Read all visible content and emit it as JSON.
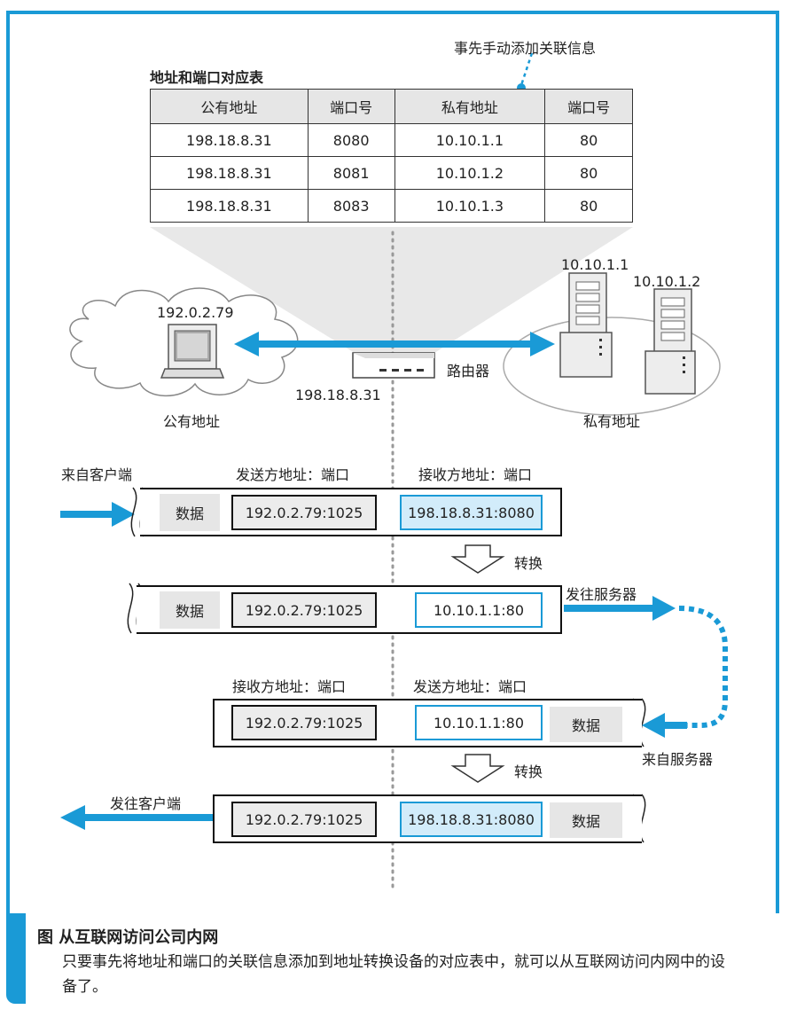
{
  "callout": "事先手动添加关联信息",
  "table": {
    "title": "地址和端口对应表",
    "headers": [
      "公有地址",
      "端口号",
      "私有地址",
      "端口号"
    ],
    "rows": [
      [
        "198.18.8.31",
        "8080",
        "10.10.1.1",
        "80"
      ],
      [
        "198.18.8.31",
        "8081",
        "10.10.1.2",
        "80"
      ],
      [
        "198.18.8.31",
        "8083",
        "10.10.1.3",
        "80"
      ]
    ]
  },
  "network": {
    "client_ip": "192.0.2.79",
    "public_label": "公有地址",
    "router_ip": "198.18.8.31",
    "router_label": "路由器",
    "server1_ip": "10.10.1.1",
    "server2_ip": "10.10.1.2",
    "private_label": "私有地址"
  },
  "flow": {
    "from_client": "来自客户端",
    "sender_header_1": "发送方地址：端口",
    "receiver_header_1": "接收方地址：端口",
    "receiver_header_2": "接收方地址：端口",
    "sender_header_2": "发送方地址：端口",
    "convert_1": "转换",
    "convert_2": "转换",
    "to_server": "发往服务器",
    "from_server": "来自服务器",
    "to_client": "发往客户端",
    "packets": [
      {
        "data": "数据",
        "src": "192.0.2.79:1025",
        "dst": "198.18.8.31:8080"
      },
      {
        "data": "数据",
        "src": "192.0.2.79:1025",
        "dst": "10.10.1.1:80"
      },
      {
        "dst": "192.0.2.79:1025",
        "src": "10.10.1.1:80",
        "data": "数据"
      },
      {
        "dst": "192.0.2.79:1025",
        "src": "198.18.8.31:8080",
        "data": "数据"
      }
    ]
  },
  "caption": {
    "title": "图 从互联网访问公司内网",
    "text": "只要事先将地址和端口的关联信息添加到地址转换设备的对应表中，就可以从互联网访问内网中的设备了。"
  },
  "colors": {
    "accent": "#1a9ad6",
    "light_blue": "#d2ecfa",
    "gray": "#e6e6e6"
  }
}
